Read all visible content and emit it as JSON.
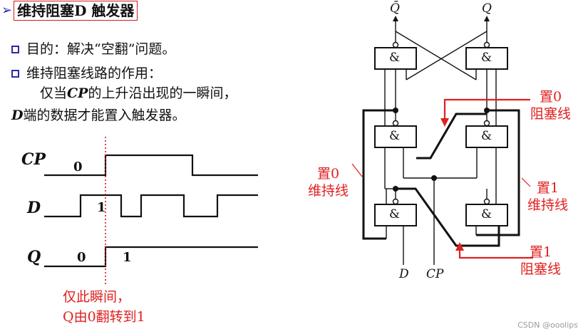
{
  "title": {
    "arrow": "➢",
    "text": "维持阻塞D 触发器"
  },
  "bullets": [
    {
      "text": "目的：解决“空翻”问题。"
    },
    {
      "text": "维持阻塞线路的作用："
    }
  ],
  "body": {
    "line1_pre": "仅当",
    "line1_cp": "CP",
    "line1_post": "的上升沿出现的一瞬间，",
    "line2_d": "D",
    "line2_post": "端的数据才能置入触发器。"
  },
  "timing": {
    "signals": [
      {
        "name": "CP",
        "level_label": "0"
      },
      {
        "name": "D",
        "level_label": "1"
      },
      {
        "name": "Q",
        "level_label": "0",
        "level_label_2": "1"
      }
    ],
    "note_line1": "仅此瞬间，",
    "note_line2": "Q由0翻转到1"
  },
  "circuit": {
    "gate_symbol": "&",
    "outputs": {
      "qbar": "Q̄",
      "q": "Q"
    },
    "inputs": {
      "d": "D",
      "cp": "CP"
    },
    "labels": {
      "reset_block": [
        "置0",
        "阻塞线"
      ],
      "reset_hold": [
        "置0",
        "维持线"
      ],
      "set_hold": [
        "置1",
        "维持线"
      ],
      "set_block": [
        "置1",
        "阻塞线"
      ]
    }
  },
  "watermark": "CSDN @ooolips",
  "colors": {
    "accent": "#2a2aa8",
    "highlight": "#e02020",
    "dotted": "#d01818"
  }
}
